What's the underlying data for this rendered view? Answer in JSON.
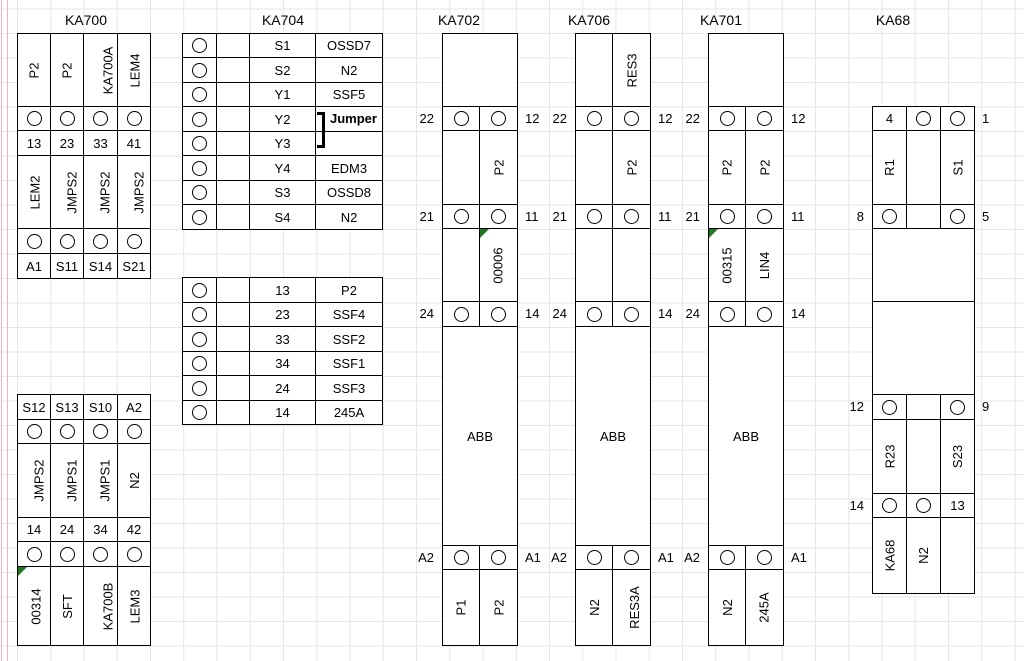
{
  "sheet": {
    "titles": {
      "ka700": "KA700",
      "ka704": "KA704",
      "ka702": "KA702",
      "ka706": "KA706",
      "ka701": "KA701",
      "ka68": "KA68"
    }
  },
  "colors": {
    "tag_fill": "#40E2EA",
    "note_triangle": "#1F7A1F"
  },
  "ka700": {
    "tags_top": [
      "P2",
      "P2",
      "KA700A",
      "LEM4"
    ],
    "pins_top": [
      "13",
      "23",
      "33",
      "41"
    ],
    "tags_mid": [
      "LEM2",
      "JMPS2",
      "JMPS2",
      "JMPS2"
    ],
    "pins_mid": [
      "A1",
      "S11",
      "S14",
      "S21"
    ],
    "pins_low": [
      "S12",
      "S13",
      "S10",
      "A2"
    ],
    "tags_low": [
      "JMPS2",
      "JMPS1",
      "JMPS1",
      "N2"
    ],
    "pins_bot": [
      "14",
      "24",
      "34",
      "42"
    ],
    "tags_bot": [
      "00314",
      "SFT",
      "KA700B",
      "LEM3"
    ]
  },
  "ka704": {
    "jumper_label": "Jumper",
    "t1_pins": [
      "S1",
      "S2",
      "Y1",
      "Y2",
      "Y3",
      "Y4",
      "S3",
      "S4"
    ],
    "t1_tags": [
      "OSSD7",
      "N2",
      "SSF5",
      "",
      "",
      "EDM3",
      "OSSD8",
      "N2"
    ],
    "t2_pins": [
      "13",
      "23",
      "33",
      "34",
      "24",
      "14"
    ],
    "t2_tags": [
      "P2",
      "SSF4",
      "SSF2",
      "SSF1",
      "SSF3",
      "245A"
    ]
  },
  "ka702": {
    "pins_left": [
      "22",
      "21",
      "24",
      "A2"
    ],
    "pins_right": [
      "12",
      "11",
      "14",
      "A1"
    ],
    "tag_row1_right": "P2",
    "tag_row2_right": "00006",
    "body_label": "ABB",
    "tag_bottom_left": "P1",
    "tag_bottom_right": "P2"
  },
  "ka706": {
    "tag_top_right": "RES3",
    "pins_left": [
      "22",
      "21",
      "24",
      "A2"
    ],
    "pins_right": [
      "12",
      "11",
      "14",
      "A1"
    ],
    "tag_row1_right": "P2",
    "body_label": "ABB",
    "tag_bottom_left": "N2",
    "tag_bottom_right": "RES3A"
  },
  "ka701": {
    "pins_left": [
      "22",
      "21",
      "24",
      "A2"
    ],
    "pins_right": [
      "12",
      "11",
      "14",
      "A1"
    ],
    "tag_row1_left": "P2",
    "tag_row1_right": "P2",
    "tag_row2_left": "00315",
    "tag_row2_right": "LIN4",
    "body_label": "ABB",
    "tag_bottom_left": "N2",
    "tag_bottom_right": "245A"
  },
  "ka68": {
    "pin_top_left": "4",
    "pin_top_right_outside": "1",
    "pin_mid1_left_outside": "8",
    "pin_mid1_right_outside": "5",
    "pin_mid2_left_outside": "12",
    "pin_mid2_right_outside": "9",
    "pin_bot_left_outside": "14",
    "pin_bot_right": "13",
    "tags_top": [
      "R1",
      "S1"
    ],
    "tags_mid": [
      "R23",
      "S23"
    ],
    "tags_bot": [
      "KA68",
      "N2"
    ]
  }
}
